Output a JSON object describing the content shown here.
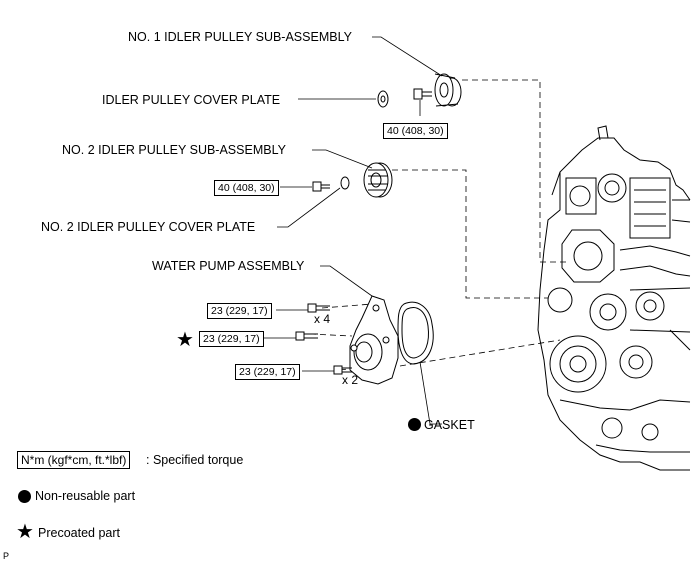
{
  "parts": {
    "idler1": "NO. 1 IDLER PULLEY SUB-ASSEMBLY",
    "idler_cover": "IDLER PULLEY COVER PLATE",
    "idler2": "NO. 2 IDLER PULLEY SUB-ASSEMBLY",
    "idler2_cover": "NO. 2 IDLER PULLEY COVER PLATE",
    "water_pump": "WATER PUMP ASSEMBLY",
    "gasket": "GASKET"
  },
  "torques": {
    "idler1_bolt": "40 (408, 30)",
    "idler2_bolt": "40 (408, 30)",
    "pump_upper": "23 (229, 17)",
    "pump_precoated": "23 (229, 17)",
    "pump_lower": "23 (229, 17)"
  },
  "quantities": {
    "upper": "x 4",
    "lower": "x 2"
  },
  "legend": {
    "torque_units": "N*m (kgf*cm, ft.*lbf)",
    "torque_desc": ": Specified torque",
    "non_reusable": "Non-reusable part",
    "precoated": "Precoated part"
  },
  "footer_mark": "P",
  "colors": {
    "ink": "#000000",
    "background": "#ffffff"
  }
}
